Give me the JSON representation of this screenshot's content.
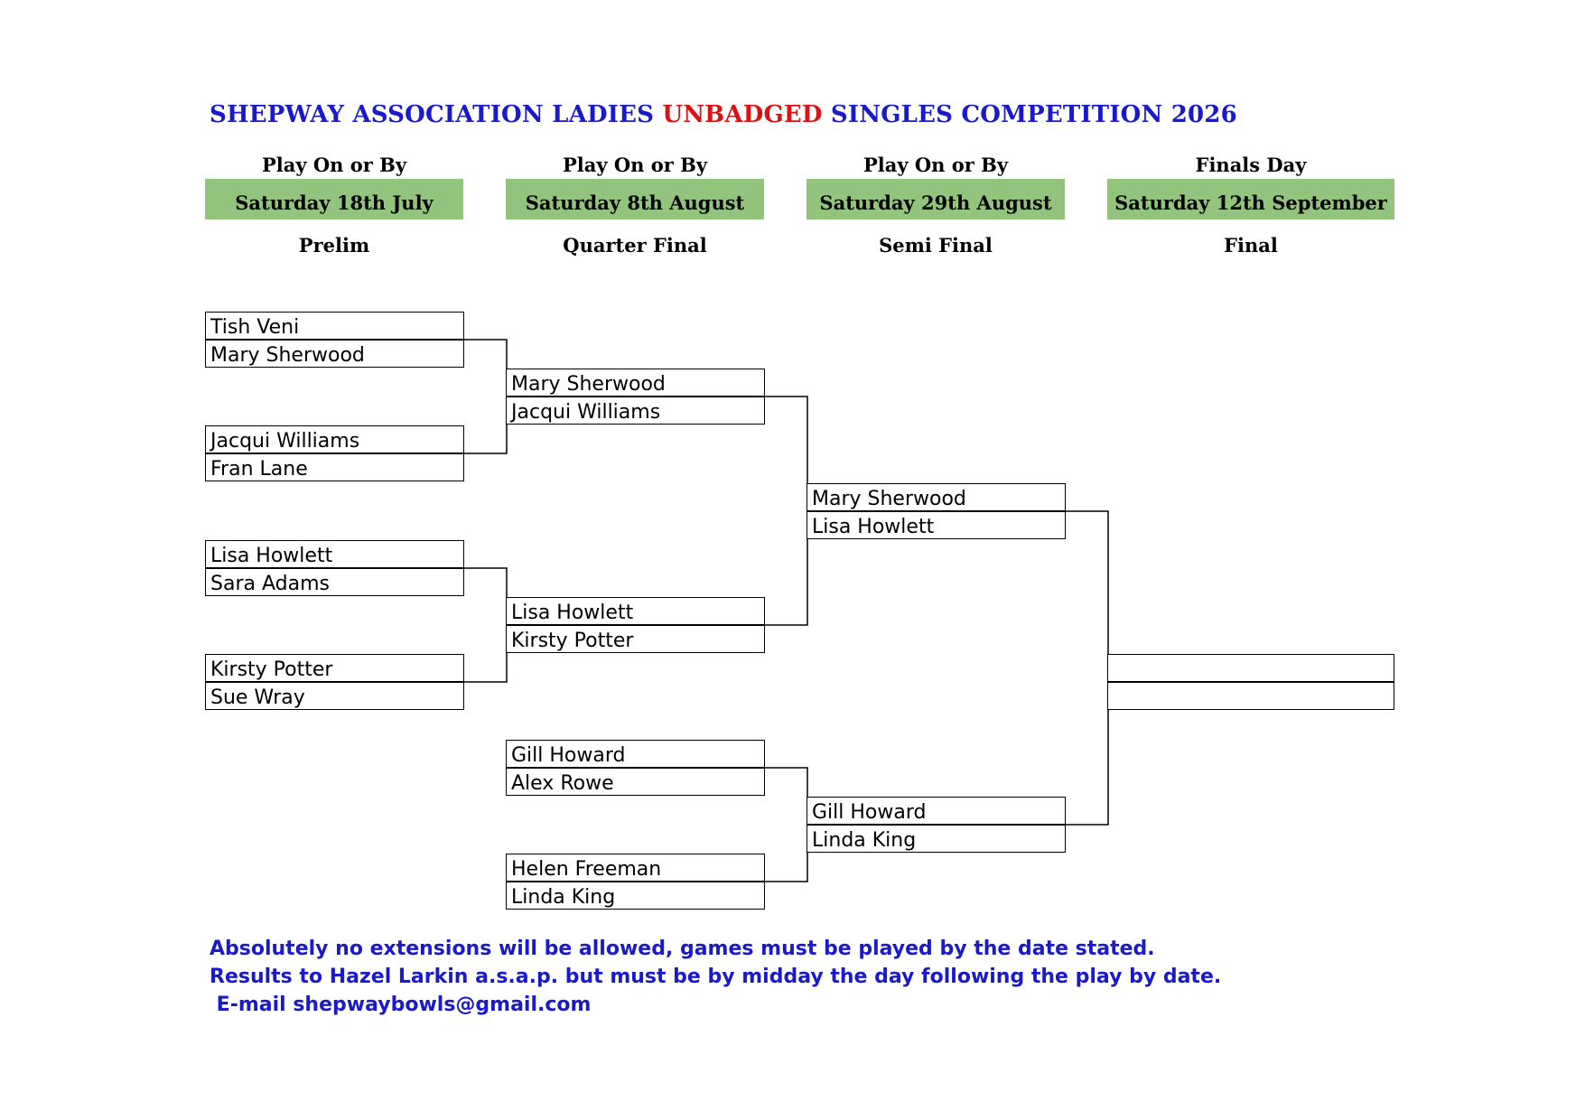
{
  "title": {
    "part1": "SHEPWAY ASSOCIATION LADIES ",
    "highlight": "UNBADGED",
    "part2": " SINGLES COMPETITION 2026",
    "highlight_color": "#dd1111",
    "color": "#1a1acc"
  },
  "rounds": [
    {
      "heading": "Play On or By",
      "date": "Saturday 18th July",
      "name": "Prelim"
    },
    {
      "heading": "Play On or By",
      "date": "Saturday 8th August",
      "name": "Quarter Final"
    },
    {
      "heading": "Play On or By",
      "date": "Saturday 29th August",
      "name": "Semi Final"
    },
    {
      "heading": "Finals Day",
      "date": "Saturday 12th September",
      "name": "Final"
    }
  ],
  "date_bar_color": "#93c47d",
  "prelim": [
    [
      "Tish Veni",
      "Mary Sherwood"
    ],
    [
      "Jacqui Williams",
      "Fran Lane"
    ],
    [
      "Lisa Howlett",
      "Sara Adams"
    ],
    [
      "Kirsty Potter",
      "Sue Wray"
    ]
  ],
  "quarter_final": [
    [
      "Mary Sherwood",
      "Jacqui Williams"
    ],
    [
      "Lisa Howlett",
      "Kirsty Potter"
    ],
    [
      "Gill Howard",
      "Alex Rowe"
    ],
    [
      "Helen Freeman",
      "Linda King"
    ]
  ],
  "semi_final": [
    [
      "Mary Sherwood",
      "Lisa Howlett"
    ],
    [
      "Gill Howard",
      "Linda King"
    ]
  ],
  "final": [
    [
      "",
      ""
    ]
  ],
  "notes": [
    "Absolutely no extensions will be allowed, games must be played by the date stated.",
    "Results to Hazel Larkin a.s.a.p. but must be by midday the day following the play by date.",
    " E-mail shepwaybowls@gmail.com"
  ]
}
